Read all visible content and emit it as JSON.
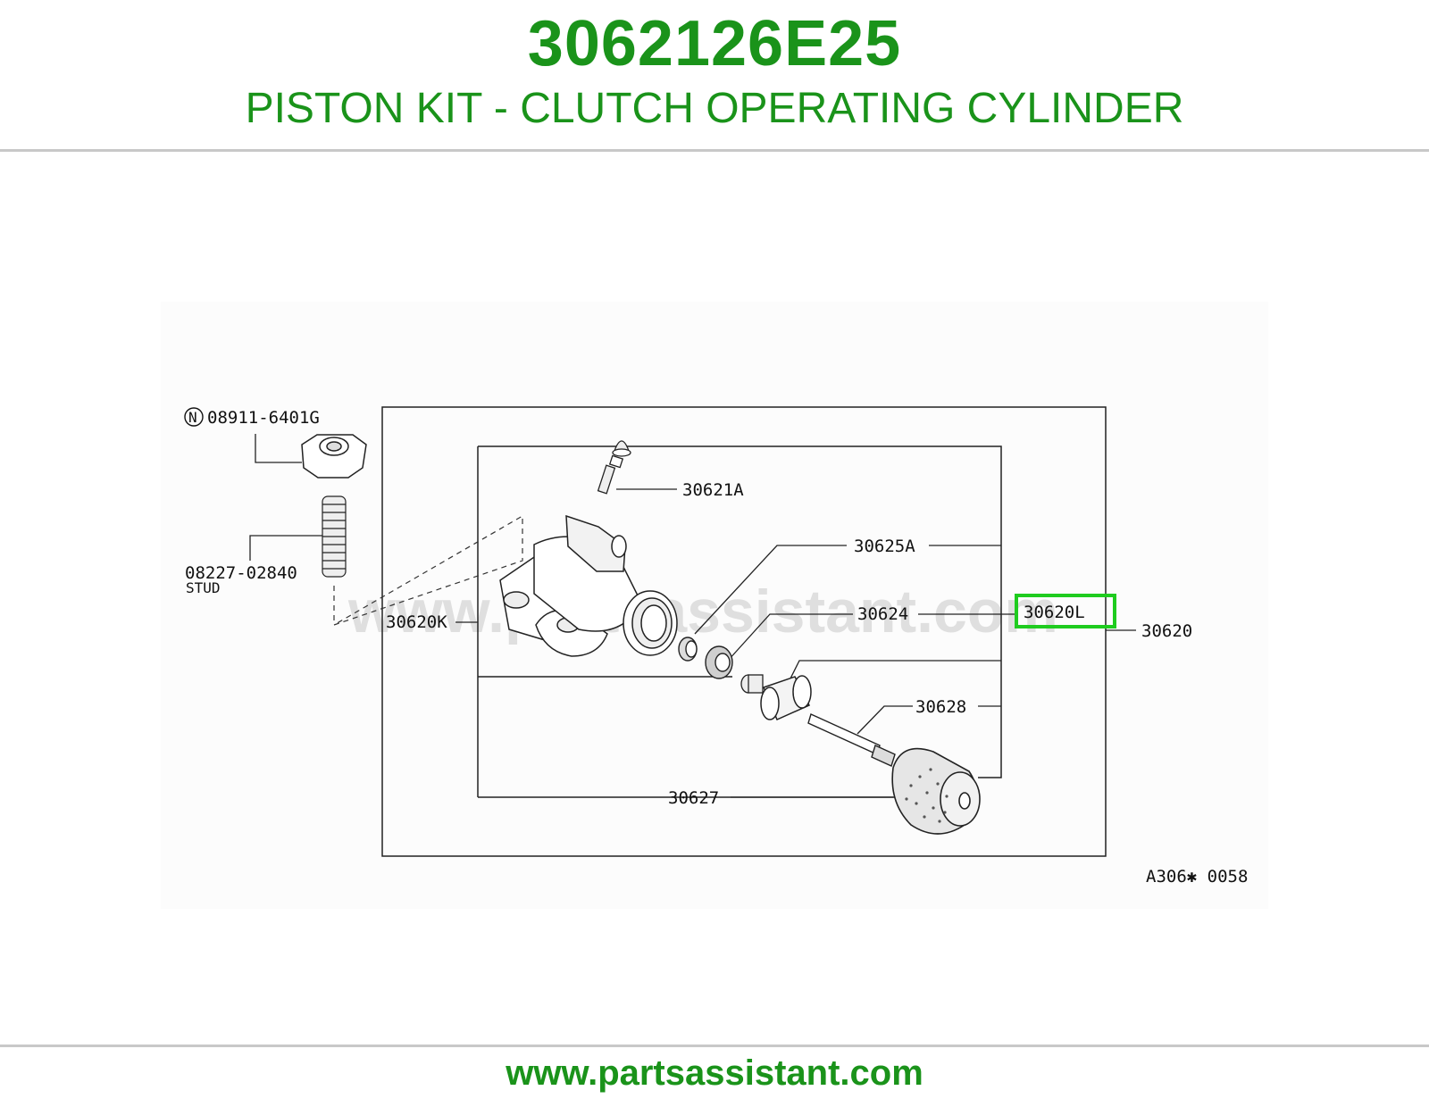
{
  "header": {
    "part_number": "3062126E25",
    "part_title": "PISTON KIT - CLUTCH OPERATING CYLINDER"
  },
  "diagram": {
    "labels": {
      "nut": "08911-6401G",
      "nut_prefix": "N",
      "stud": "08227-02840",
      "stud_name": "STUD",
      "bleeder": "30621A",
      "cap": "30625A",
      "cylinder_body": "30620K",
      "cup": "30624",
      "kit": "30620L",
      "assembly": "30620",
      "rod": "30628",
      "boot": "30627",
      "drawing_code": "A306✱ 0058"
    },
    "watermark": "www.partsassistant.com",
    "highlight_color": "#1fcc1f"
  },
  "footer": {
    "url": "www.partsassistant.com"
  },
  "colors": {
    "brand_green": "#1a931a",
    "rule_gray": "#c8c8c8"
  }
}
